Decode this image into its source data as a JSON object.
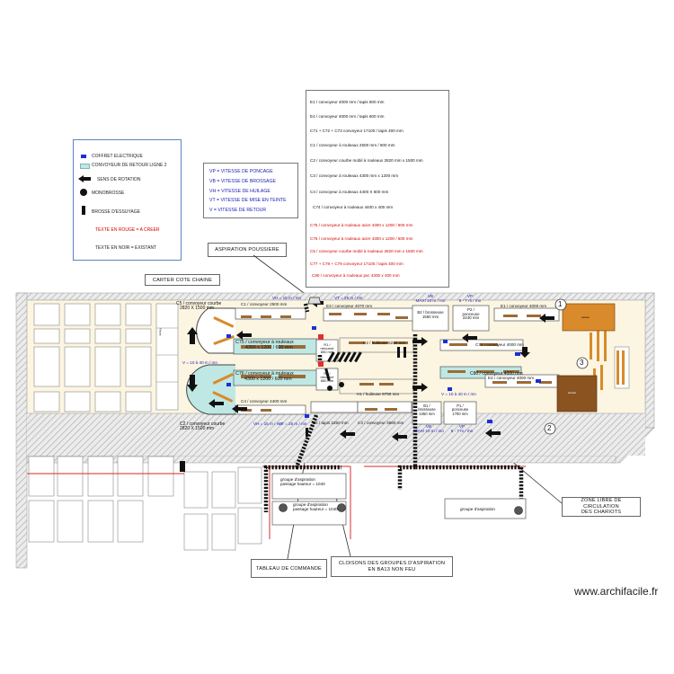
{
  "legend": {
    "items": [
      {
        "icon": "electrical-box-icon",
        "label": "COFFRET ELECTRIQUE"
      },
      {
        "icon": "return-conveyor-swatch",
        "label": "CONVOYEUR DE RETOUR LIGNE 2"
      },
      {
        "icon": "rotation-arrow-icon",
        "label": "SENS DE ROTATION"
      },
      {
        "icon": "monobrush-dot-icon",
        "label": "MONOBROSSE"
      },
      {
        "icon": "wiping-brush-icon",
        "label": "BROSSE D'ESSUYAGE"
      },
      {
        "icon": "",
        "label": "TEXTE EN ROUGE = A CREER"
      },
      {
        "icon": "",
        "label": "TEXTE EN NOIR = EXISTANT"
      }
    ]
  },
  "speeds": [
    "VP = VITESSE DE PONCAGE",
    "VB = VITESSE DE BROSSAGE",
    "VH = VITESSE DE HUILAGE",
    "VT = VITESSE DE MISE EN TEINTE",
    "V = VITESSE DE RETOUR"
  ],
  "specs": {
    "existing": [
      "E1 / convoyeur 4000 mm / tapis 600 mm",
      "E4 / convoyeur 4000 mm / tapis 600 mm",
      "C71 + C72 + C73 convoyeur 17100 / tapis 400 mm",
      "C1 / convoyeur à rouleaux 2500 mm / 600 mm",
      "C2 / convoyeur courbe mobil à rouleaux 2820 mm x 1500 mm",
      "C3 / convoyeur  à rouleaux 4300 mm x 1200 mm",
      "C4 / convoyeur à rouleaux 4400 X 600 mm",
      "C74 / convoyeur à rouleaux 4400 x 400 mm"
    ],
    "to_create": [
      "C75 / convoyeur à rouleaux acier 4300 x 1200 / 600 mm",
      "C76 / convoyeur à rouleaux acier 4300 x 1200 / 600 mm",
      "C5 / convoyeur courbe mobil à rouleaux 2820 mm x 1500 mm",
      "C77 + C78 + C79 convoyeur 17100 / tapis 400 mm",
      "C80 / convoyeur à rouleaux pvc 4300 x 400 mm"
    ]
  },
  "colors": {
    "red_text": "#d40000",
    "blue_text": "#1b1bb5",
    "electrical_box": "#1a2fd8",
    "return_conveyor": "#bfe8e4",
    "floor": "#fbf5e1",
    "brown": "#9c6b36",
    "orange": "#d98a2b"
  },
  "callouts": {
    "aspiration": "ASPIRATION POUSSIERE",
    "carter": "CARTER COTE CHAINE",
    "tableau": "TABLEAU DE COMMANDE",
    "cloisons_line1": "CLOISONS DES GROUPES D'ASPIRATION",
    "cloisons_line2": "EN BA13 NON FEU",
    "zone_line1": "ZONE LIBRE DE CIRCULATION",
    "zone_line2": "DES CHARIOTS"
  },
  "plan": {
    "c5_line1": "C5 / convoyeur courbe",
    "c5_line2": "2820 X 1500 mm",
    "c2_line1": "C2 / convoyeur courbe",
    "c2_line2": "2820 X 1500 mm",
    "c1": "C1 / convoyeur 2500 mm",
    "c4": "C4 / convoyeur  4400 mm",
    "c75_line1": "C75 / convoyeur à rouleaux",
    "c75_line2": "4300 x 1200 / 600 mm",
    "c76_line1": "C76 / convoyeur à rouleaux",
    "c76_line2": "4300 x 1200 / 600 mm",
    "e3": "E3 / convoyeur 4070 mm",
    "e2": "E2 / tapis 2250 mm",
    "c3": "C3 / convoyeur 3660 mm",
    "e1": "E1 / convoyeur 4000 mm",
    "e4": "E4 / convoyeur 4000 mm",
    "c74": "C74 / convoyeur 4000 mm",
    "c80": "C80 / convoyeur 4000 mm",
    "h2": "H2 / huileuse 6230 mm",
    "h1": "H1 / huileuse 6750 mm",
    "r1_line1": "R1 /",
    "r1_line2": "retourné",
    "r1_line3": "850 mm",
    "r2_line1": "R2 /",
    "r2_line2": "retourné",
    "r2_line3": "850 mm",
    "b2_line1": "B2 / brosseuse",
    "b2_line2": "1550 mm",
    "p2_line1": "P2 /",
    "p2_line2": "ponceuse",
    "p2_line3": "2240 mm",
    "b1_line1": "B1 /",
    "b1_line2": "brosseuse",
    "b1_line3": "1050 mm",
    "p1_line1": "P1 /",
    "p1_line2": "ponceuse",
    "p1_line3": "1700 mm",
    "vh_top": "VH = 15 m / mn",
    "vt_top": "VT = 25 m / mn",
    "vb_top_line1": "VB",
    "vb_top_line2": "MAXI 10 m / mn",
    "vp_top_line1": "VP",
    "vp_top_line2": "6 - 7 m / mn",
    "v_left": "V = 10 à 40 m / mn",
    "v_right": "V = 10 à 40 m / mn",
    "vh_bottom": "VH = 15 m / mn",
    "vt_bottom": "VT = 25 m / mn",
    "vb_bottom_line1": "VB",
    "vb_bottom_line2": "MAXI 10 m / mn",
    "vp_bottom_line1": "VP",
    "vp_bottom_line2": "6 - 7 m / mn",
    "groupe1_line1": "groupe d'aspiration",
    "groupe1_line2": "passage hauteur = 1040",
    "groupe2_line1": "groupe d'aspiration",
    "groupe2_line2": "passage hauteur = 1040",
    "groupe3": "groupe d'aspiration",
    "marker1": "1",
    "marker2": "2",
    "marker3": "3",
    "palette_label": "palette",
    "stack_label": "chariot",
    "rack_label": "Racks"
  },
  "watermark": "www.archifacile.fr"
}
